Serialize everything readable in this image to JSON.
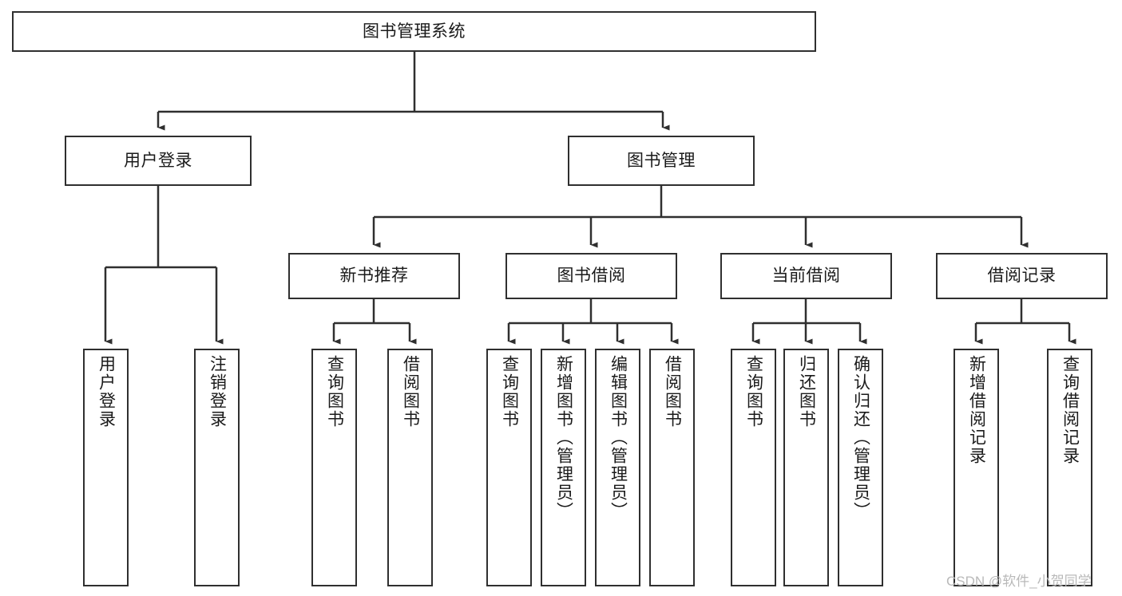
{
  "diagram": {
    "type": "tree-hierarchy-flowchart",
    "title": "图书管理系统",
    "edge_color": "#2f2f2f",
    "box_border_color": "#2f2f2f",
    "background": "#ffffff",
    "text_color": "#1a1a1a",
    "nodes": {
      "root": {
        "label": "图书管理系统"
      },
      "level2": [
        {
          "id": "user_login",
          "label": "用户登录"
        },
        {
          "id": "book_manage",
          "label": "图书管理"
        }
      ],
      "level3": [
        {
          "id": "new_book_rec",
          "label": "新书推荐"
        },
        {
          "id": "book_borrow",
          "label": "图书借阅"
        },
        {
          "id": "current_borrow",
          "label": "当前借阅"
        },
        {
          "id": "borrow_record",
          "label": "借阅记录"
        }
      ],
      "leaves": {
        "user_login": [
          {
            "id": "leaf_user_login",
            "label": "用户登录"
          },
          {
            "id": "leaf_logout",
            "label": "注销登录"
          }
        ],
        "new_book_rec": [
          {
            "id": "leaf_query_book_1",
            "label": "查询图书"
          },
          {
            "id": "leaf_borrow_book_1",
            "label": "借阅图书"
          }
        ],
        "book_borrow": [
          {
            "id": "leaf_query_book_2",
            "label": "查询图书"
          },
          {
            "id": "leaf_add_book",
            "label": "新增图书（管理员）"
          },
          {
            "id": "leaf_edit_book",
            "label": "编辑图书（管理员）"
          },
          {
            "id": "leaf_borrow_book_2",
            "label": "借阅图书"
          }
        ],
        "current_borrow": [
          {
            "id": "leaf_query_book_3",
            "label": "查询图书"
          },
          {
            "id": "leaf_return_book",
            "label": "归还图书"
          },
          {
            "id": "leaf_confirm_return",
            "label": "确认归还（管理员）"
          }
        ],
        "borrow_record": [
          {
            "id": "leaf_add_record",
            "label": "新增借阅记录"
          },
          {
            "id": "leaf_query_record",
            "label": "查询借阅记录"
          }
        ]
      }
    }
  },
  "watermark": {
    "text": "CSDN @软件_小贺同学"
  }
}
